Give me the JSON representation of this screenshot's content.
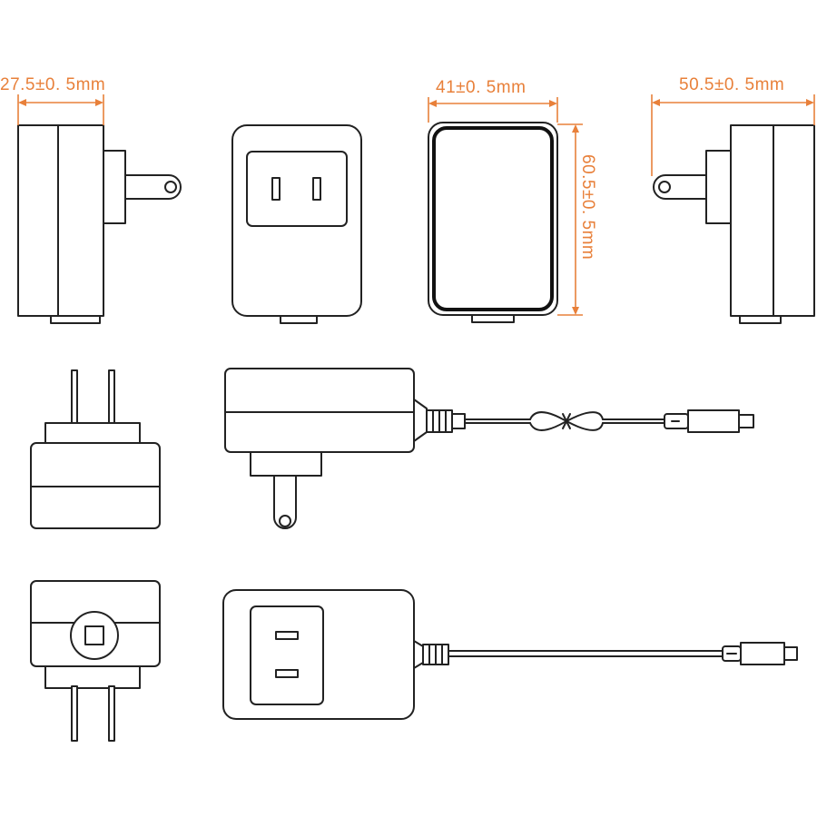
{
  "dimensions": {
    "depth": "27.5±0. 5mm",
    "width": "41±0. 5mm",
    "height": "60.5±0. 5mm",
    "width_side": "50.5±0. 5mm"
  },
  "colors": {
    "dimension": "#e8803a",
    "outline": "#222222",
    "background": "#ffffff"
  }
}
